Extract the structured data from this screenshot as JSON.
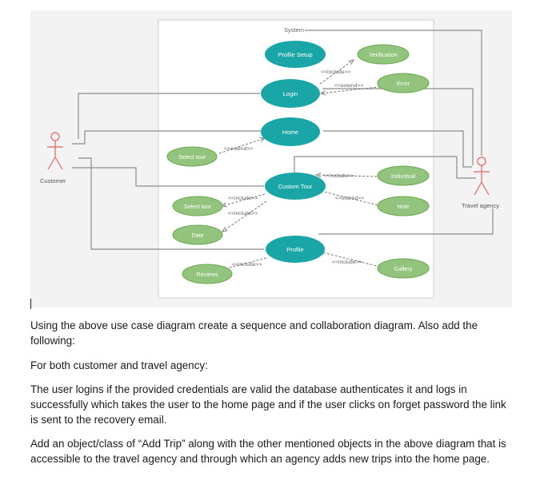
{
  "diagram": {
    "system_label": "System",
    "actors": {
      "customer": "Customer",
      "agency": "Travel agency"
    },
    "use_cases": {
      "profile_setup": "Profile Setup",
      "login": "Login",
      "home": "Home",
      "custom_tour": "Custom Tour",
      "profile": "Profile",
      "verification": "Verification",
      "error": "Error",
      "select_tour_top": "Select tour",
      "individual": "Individual",
      "note": "Note",
      "select_tour_bottom": "Select tour",
      "date": "Date",
      "reviews": "Reviews",
      "gallery": "Gallery"
    },
    "relations": {
      "login_include_verification": "<<include>>",
      "login_extend_error": "<<extend>>",
      "home_extend_select_tour": "<<extend>>",
      "custom_include_individual": "<<include>>",
      "custom_extend_note": "<<extend>>",
      "custom_include_select_tour": "<<include>>",
      "custom_include_date": "<<include>>",
      "profile_include_reviews": "<<include>>",
      "profile_include_gallery": "<<include>>"
    },
    "colors": {
      "teal": "#1aa6a6",
      "green": "#93c47d",
      "line": "#8c8c8c",
      "actor": "#e06666"
    }
  },
  "question": {
    "intro": "Using the above use case diagram create a sequence and collaboration diagram. Also add the following:",
    "for_both": "For both customer and travel agency:",
    "login_flow": "The user logins if the provided credentials are valid the database authenticates it and logs in successfully which takes the user to the home page and if the user clicks on forget password the link is sent to the recovery email.",
    "add_trip": "Add an object/class of “Add Trip” along with the other mentioned objects in the above diagram that is accessible to the travel agency and through which an agency adds new trips into the home page."
  }
}
